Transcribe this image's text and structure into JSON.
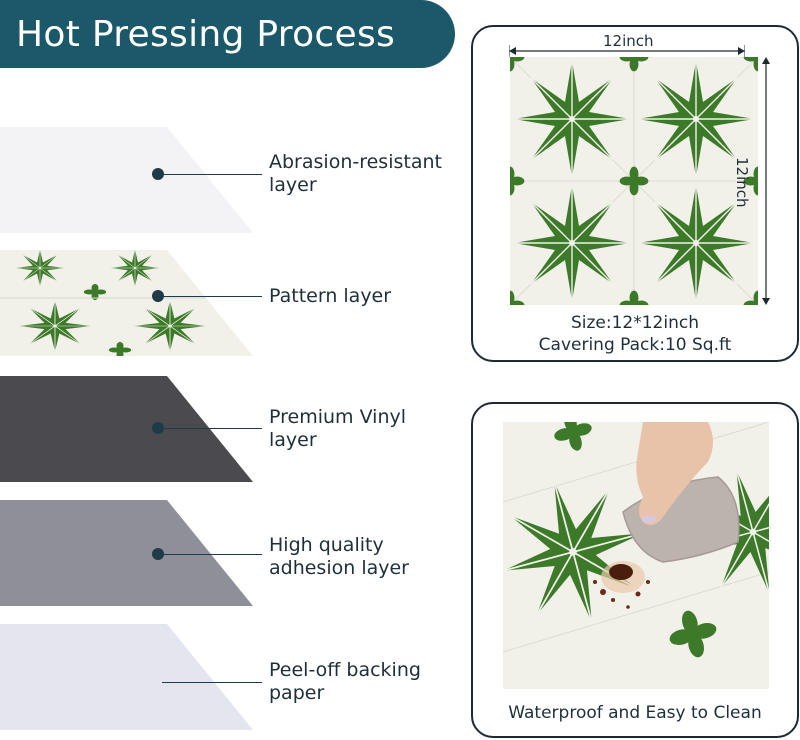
{
  "header": {
    "title": "Hot Pressing Process"
  },
  "colors": {
    "banner": "#1b5869",
    "tile_green": "#3c7a2a",
    "tile_bg": "#f1f1e9",
    "layer_abrasion": "#f3f2f4",
    "layer_vinyl": "#4a4a4f",
    "layer_adhesion": "#8f8f99",
    "layer_backing": "#e4e5ee"
  },
  "layers": [
    {
      "label_line1": "Abrasion-resistant",
      "label_line2": "layer"
    },
    {
      "label_line1": "Pattern layer",
      "label_line2": ""
    },
    {
      "label_line1": "Premium Vinyl",
      "label_line2": "layer"
    },
    {
      "label_line1": "High quality",
      "label_line2": "adhesion layer"
    },
    {
      "label_line1": "Peel-off backing",
      "label_line2": "paper"
    }
  ],
  "size_card": {
    "width_label": "12inch",
    "height_label": "12inch",
    "size_text": "Size:12*12inch",
    "pack_text": "Cavering Pack:10 Sq.ft"
  },
  "clean_card": {
    "caption": "Waterproof and Easy to Clean"
  },
  "icons": [
    "star-tile-pattern",
    "hand-icon",
    "cloth-icon",
    "stain-icon"
  ]
}
